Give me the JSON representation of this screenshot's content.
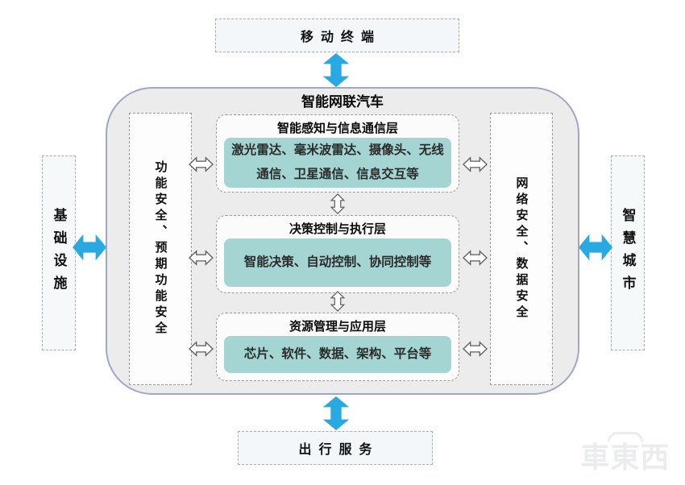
{
  "palette": {
    "accent_blue": "#29A9E2",
    "teal_fill": "#A4D5D3",
    "container_fill": "#ECECEC",
    "container_border": "#9FA7C7",
    "dashed_border": "#9A9A9A"
  },
  "top_box": {
    "label": "移动终端"
  },
  "bottom_box": {
    "label": "出行服务"
  },
  "left_box": {
    "label": "基础设施"
  },
  "right_box": {
    "label": "智慧城市"
  },
  "main": {
    "title": "智能网联汽车",
    "left_column": {
      "label": "功能安全、预期功能安全"
    },
    "right_column": {
      "label": "网络安全、数据安全"
    },
    "layers": [
      {
        "title": "智能感知与信息通信层",
        "content": "激光雷达、毫米波雷达、摄像头、无线通信、卫星通信、信息交互等"
      },
      {
        "title": "决策控制与执行层",
        "content": "智能决策、自动控制、协同控制等"
      },
      {
        "title": "资源管理与应用层",
        "content": "芯片、软件、数据、架构、平台等"
      }
    ]
  },
  "watermark": {
    "text": "車東西"
  }
}
